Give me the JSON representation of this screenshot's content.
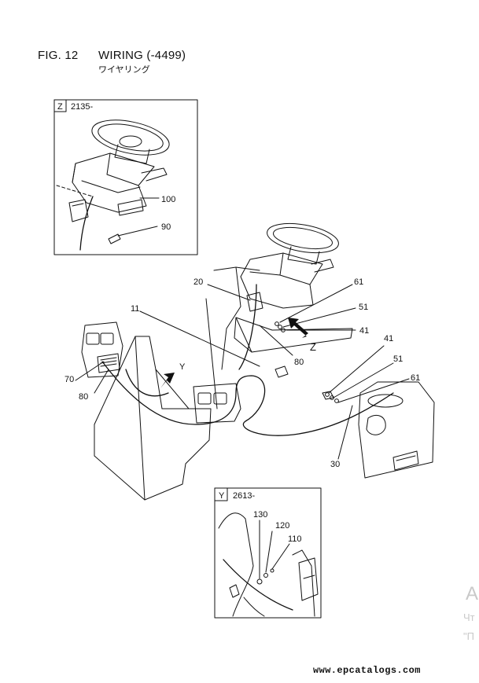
{
  "header": {
    "fig_number": "FIG. 12",
    "title": "WIRING (-4499)",
    "subtitle_jp": "ワイヤリング"
  },
  "insets": [
    {
      "id": "Z",
      "serial": "2135-",
      "callouts": [
        "100",
        "90"
      ]
    },
    {
      "id": "Y",
      "serial": "2613-",
      "callouts": [
        "130",
        "120",
        "110"
      ]
    }
  ],
  "main_callouts": [
    "20",
    "61",
    "51",
    "41",
    "11",
    "80",
    "41",
    "51",
    "61",
    "70",
    "80",
    "30"
  ],
  "view_arrows": [
    "Z",
    "Y"
  ],
  "watermark": {
    "big": "Ar",
    "line1": "Чт",
    "line2": "\"П"
  },
  "footer": {
    "url": "www.epcatalogs.com"
  }
}
